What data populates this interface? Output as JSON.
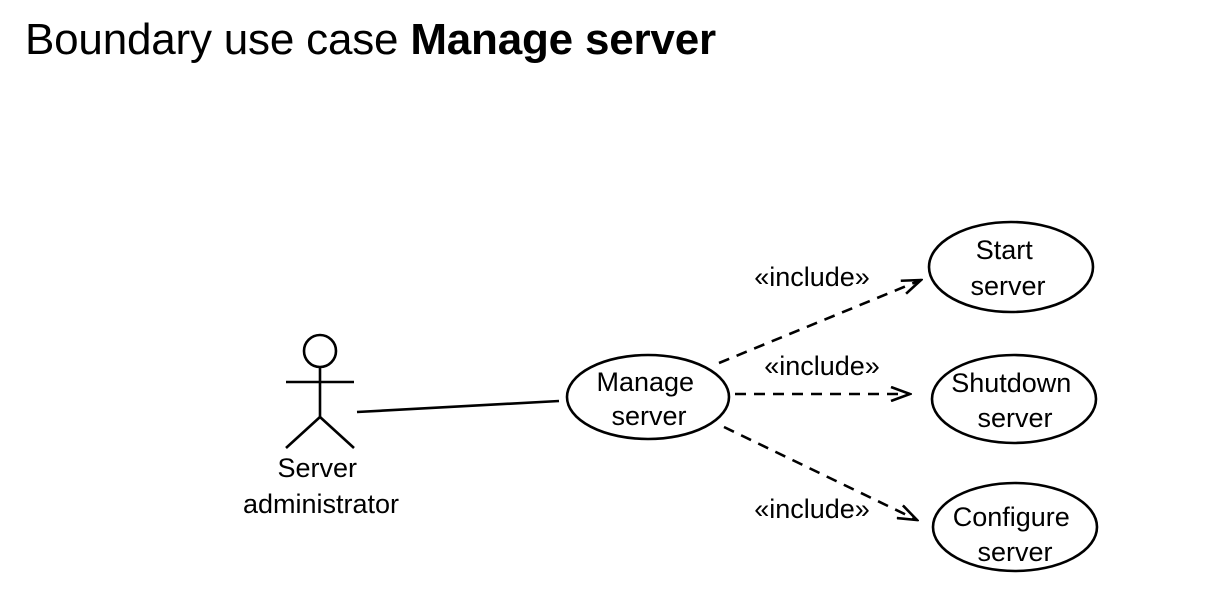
{
  "title": {
    "prefix": "Boundary use case",
    "name": "Manage server"
  },
  "actor": {
    "label_lines": [
      "Server",
      "administrator"
    ]
  },
  "use_cases": {
    "manage": {
      "lines": [
        "Manage",
        "server"
      ]
    },
    "start": {
      "lines": [
        "Start",
        "server"
      ]
    },
    "shutdown": {
      "lines": [
        "Shutdown",
        "server"
      ]
    },
    "configure": {
      "lines": [
        "Configure",
        "server"
      ]
    }
  },
  "relations": {
    "include_start": "«include»",
    "include_shutdown": "«include»",
    "include_configure": "«include»"
  }
}
